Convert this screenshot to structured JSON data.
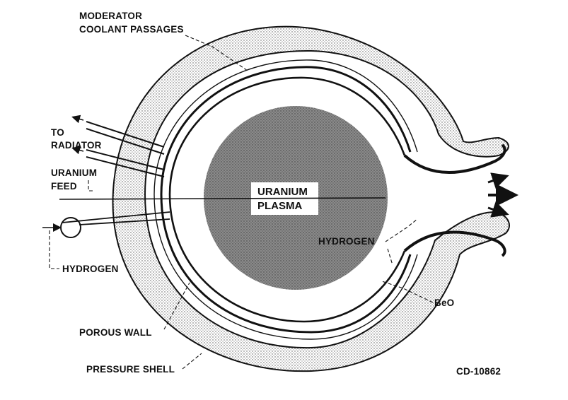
{
  "labels": {
    "moderator_line1": "MODERATOR",
    "moderator_line2": "COOLANT PASSAGES",
    "to_radiator_line1": "TO",
    "to_radiator_line2": "RADIATOR",
    "uranium_feed_line1": "URANIUM",
    "uranium_feed_line2": "FEED",
    "hydrogen_inlet": "HYDROGEN",
    "uranium_plasma_line1": "URANIUM",
    "uranium_plasma_line2": "PLASMA",
    "hydrogen_cavity": "HYDROGEN",
    "beo": "BeO",
    "porous_wall": "POROUS WALL",
    "pressure_shell": "PRESSURE SHELL",
    "figure_id": "CD-10862"
  },
  "colors": {
    "ink": "#111111",
    "paper": "#ffffff",
    "stipple": "#d9d9d9"
  }
}
